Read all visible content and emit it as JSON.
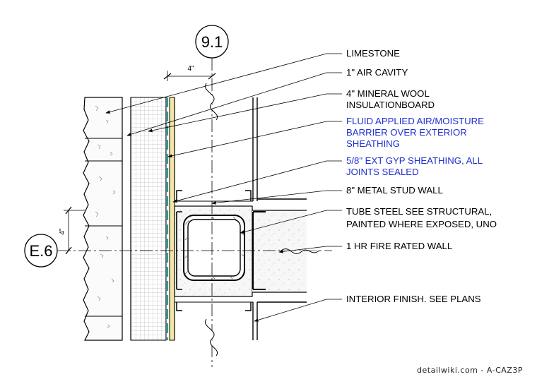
{
  "grid_bubbles": {
    "vertical": "9.1",
    "horizontal": "E.6"
  },
  "dimensions": {
    "top": "4\"",
    "left": "4\""
  },
  "notes": [
    {
      "text": [
        "LIMESTONE"
      ],
      "color": "#000000"
    },
    {
      "text": [
        "1\" AIR CAVITY"
      ],
      "color": "#000000"
    },
    {
      "text": [
        "4\" MINERAL WOOL",
        "INSULATIONBOARD"
      ],
      "color": "#000000"
    },
    {
      "text": [
        "FLUID APPLIED AIR/MOISTURE",
        "BARRIER OVER EXTERIOR",
        "SHEATHING"
      ],
      "color": "#1f2fd0"
    },
    {
      "text": [
        "5/8\" EXT GYP SHEATHING, ALL",
        "JOINTS SEALED"
      ],
      "color": "#1f2fd0"
    },
    {
      "text": [
        "8\" METAL STUD WALL"
      ],
      "color": "#000000"
    },
    {
      "text": [
        "TUBE STEEL SEE STRUCTURAL,",
        "PAINTED WHERE EXPOSED, UNO"
      ],
      "color": "#000000"
    },
    {
      "text": [
        "1 HR FIRE RATED WALL"
      ],
      "color": "#000000"
    },
    {
      "text": [
        "INTERIOR FINISH. SEE PLANS"
      ],
      "color": "#000000"
    }
  ],
  "watermark": "detailwiki.com - A-CAZ3P",
  "colors": {
    "linework": "#000000",
    "blue_note": "#1f2fd0",
    "sheathing": "#f3e7a4",
    "membrane": "#1aa3a0",
    "concrete": "#f4f4f4"
  }
}
